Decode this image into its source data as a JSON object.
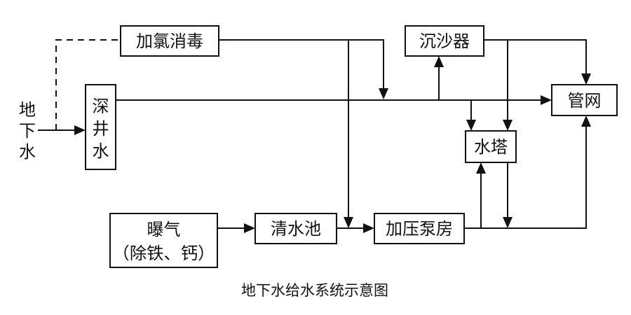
{
  "diagram": {
    "caption": "地下水给水系统示意图",
    "source_label": [
      "地",
      "下",
      "水"
    ],
    "nodes": {
      "deep_well": {
        "label": [
          "深",
          "井",
          "水"
        ]
      },
      "chlorination": {
        "label": "加氯消毒"
      },
      "sand_settler": {
        "label": "沉沙器"
      },
      "pipe_network": {
        "label": "管网"
      },
      "water_tower": {
        "label": "水塔"
      },
      "aeration": {
        "label_line1": "曝气",
        "label_line2": "（除铁、钙）"
      },
      "clear_water_tank": {
        "label": "清水池"
      },
      "booster_pump_house": {
        "label": "加压泵房"
      }
    },
    "edges": [
      {
        "from": "地下水",
        "to": "深井水",
        "style": "solid"
      },
      {
        "from": "地下水",
        "to": "加氯消毒",
        "style": "dashed"
      },
      {
        "from": "深井水",
        "to": "管网",
        "style": "solid"
      },
      {
        "from": "加氯消毒",
        "to": "深井水-管网 main line",
        "style": "solid"
      },
      {
        "from": "加氯消毒",
        "to": "清水池-加压泵房 line",
        "style": "solid"
      },
      {
        "from": "main line",
        "to": "沉沙器",
        "style": "solid"
      },
      {
        "from": "沉沙器",
        "to": "管网",
        "style": "solid"
      },
      {
        "from": "沉沙器",
        "to": "水塔",
        "style": "solid"
      },
      {
        "from": "main line",
        "to": "水塔",
        "style": "solid"
      },
      {
        "from": "曝气",
        "to": "清水池",
        "style": "solid"
      },
      {
        "from": "清水池",
        "to": "加压泵房",
        "style": "solid"
      },
      {
        "from": "加压泵房",
        "to": "水塔",
        "style": "solid"
      },
      {
        "from": "水塔",
        "to": "加压泵房 outlet line",
        "style": "solid"
      },
      {
        "from": "加压泵房",
        "to": "管网",
        "style": "solid"
      }
    ]
  }
}
